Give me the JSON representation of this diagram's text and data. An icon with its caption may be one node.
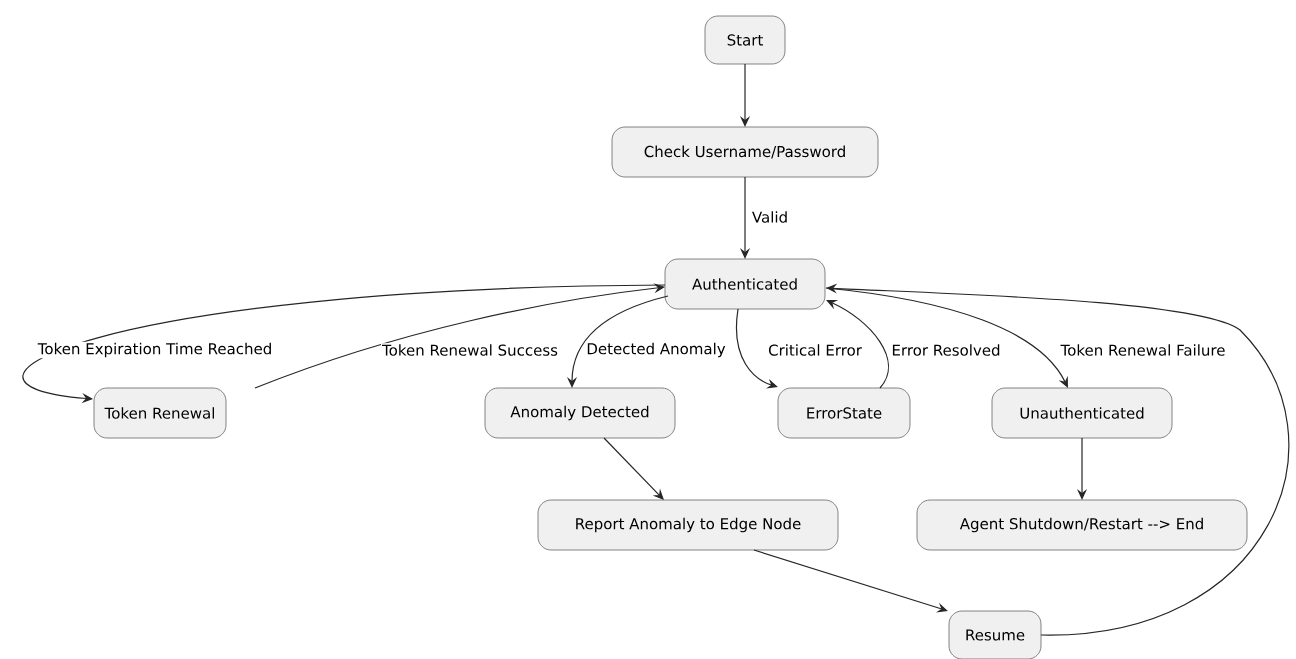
{
  "diagram": {
    "nodes": [
      {
        "text": [
          "Start"
        ]
      },
      {
        "text": [
          "Check Username/Password"
        ]
      },
      {
        "text": [
          "Authenticated"
        ]
      },
      {
        "text": [
          "Token Renewal"
        ]
      },
      {
        "text": [
          "Anomaly Detected"
        ]
      },
      {
        "text": [
          "ErrorState"
        ]
      },
      {
        "text": [
          "Unauthenticated"
        ]
      },
      {
        "text": [
          "Report Anomaly to Edge Node"
        ]
      },
      {
        "text": [
          "Agent Shutdown/Restart --> End"
        ]
      },
      {
        "text": [
          "Resume"
        ]
      }
    ],
    "edges": [
      {
        "from": 0,
        "to": 1,
        "arrow": "to"
      },
      {
        "from": 1,
        "to": 2,
        "arrow": "to",
        "label": "Valid"
      },
      {
        "from": 2,
        "to": 3,
        "arrow": "to",
        "label": "Token Expiration Time Reached"
      },
      {
        "from": 3,
        "to": 2,
        "arrow": "to",
        "label": "Token Renewal Success"
      },
      {
        "from": 2,
        "to": 4,
        "arrow": "to",
        "label": "Detected Anomaly"
      },
      {
        "from": 2,
        "to": 5,
        "arrow": "to",
        "label": "Critical Error"
      },
      {
        "from": 5,
        "to": 2,
        "arrow": "to",
        "label": "Error Resolved"
      },
      {
        "from": 2,
        "to": 6,
        "arrow": "to",
        "label": "Token Renewal Failure"
      },
      {
        "from": 6,
        "to": 8,
        "arrow": "to"
      },
      {
        "from": 4,
        "to": 7,
        "arrow": "to"
      },
      {
        "from": 7,
        "to": 9,
        "arrow": "to"
      },
      {
        "from": 9,
        "to": 2,
        "arrow": "to"
      }
    ]
  }
}
